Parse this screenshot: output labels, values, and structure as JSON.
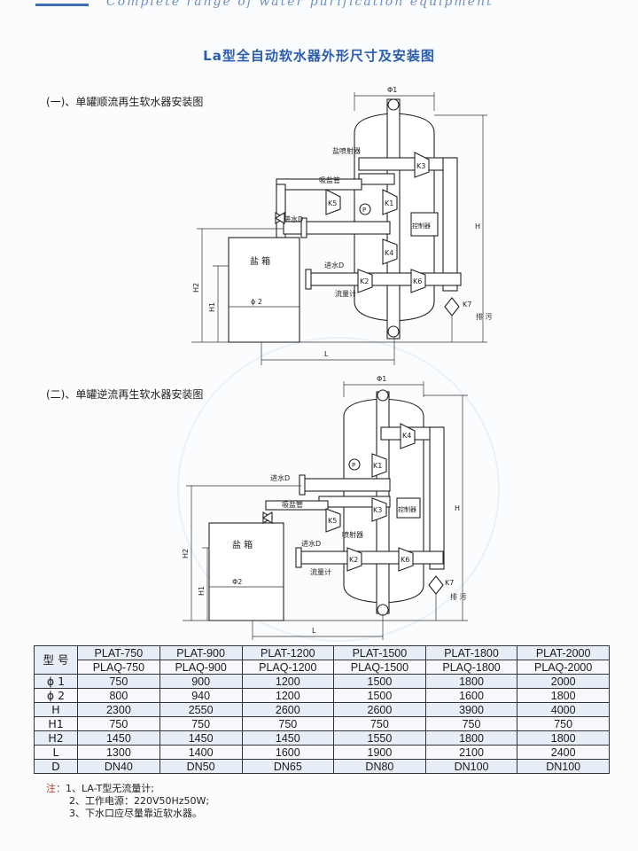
{
  "header_band": {
    "text": "Complete range of water purification equipment"
  },
  "title": "La型全自动软水器外形尺寸及安装图",
  "section1": "(一)、单罐顺流再生软水器安装图",
  "section2": "(二)、单罐逆流再生软水器安装图",
  "diagram1": {
    "phi1": "Φ1",
    "valves": [
      "K3",
      "K5",
      "K1",
      "K4",
      "K2",
      "K6",
      "K7"
    ],
    "injector": "盐喷射器",
    "suction": "吸盐管",
    "inlet_top": "进水D",
    "inlet": "进水D",
    "flowmeter": "流量计",
    "controller": "控制器",
    "salt_tank": "盐 箱",
    "phi2": "ϕ 2",
    "gauge": "P",
    "drain": "排\n污",
    "H": "H",
    "H1": "H1",
    "H2": "H2",
    "L": "L"
  },
  "diagram2": {
    "phi1": "Φ1",
    "valves": [
      "K4",
      "K1",
      "K5",
      "K3",
      "K2",
      "K6",
      "K7"
    ],
    "inlet_top": "进水D",
    "suction": "吸盐管",
    "injector": "喷射器",
    "inlet": "进水D",
    "flowmeter": "流量计",
    "controller": "控制器",
    "salt_tank": "盐 箱",
    "phi2": "Φ2",
    "gauge": "P",
    "drain": "排\n污",
    "H": "H",
    "H1": "H1",
    "H2": "H2",
    "L": "L"
  },
  "table": {
    "header_label": "型 号",
    "models_plat": [
      "PLAT-750",
      "PLAT-900",
      "PLAT-1200",
      "PLAT-1500",
      "PLAT-1800",
      "PLAT-2000"
    ],
    "models_plaq": [
      "PLAQ-750",
      "PLAQ-900",
      "PLAQ-1200",
      "PLAQ-1500",
      "PLAQ-1800",
      "PLAQ-2000"
    ],
    "rows": [
      {
        "label": "ϕ 1",
        "values": [
          "750",
          "900",
          "1200",
          "1500",
          "1800",
          "2000"
        ]
      },
      {
        "label": "ϕ 2",
        "values": [
          "800",
          "940",
          "1200",
          "1500",
          "1600",
          "1800"
        ]
      },
      {
        "label": "H",
        "values": [
          "2300",
          "2550",
          "2600",
          "2600",
          "3900",
          "4000"
        ]
      },
      {
        "label": "H1",
        "values": [
          "750",
          "750",
          "750",
          "750",
          "750",
          "750"
        ]
      },
      {
        "label": "H2",
        "values": [
          "1450",
          "1450",
          "1450",
          "1550",
          "1800",
          "1800"
        ]
      },
      {
        "label": "L",
        "values": [
          "1300",
          "1400",
          "1600",
          "1900",
          "2100",
          "2400"
        ]
      },
      {
        "label": "D",
        "values": [
          "DN40",
          "DN50",
          "DN65",
          "DN80",
          "DN100",
          "DN100"
        ]
      }
    ]
  },
  "notes": {
    "label": "注：",
    "items": [
      "1、LA-T型无流量计;",
      "2、工作电源：220V50Hz50W;",
      "3、下水口应尽量靠近软水器。"
    ]
  }
}
